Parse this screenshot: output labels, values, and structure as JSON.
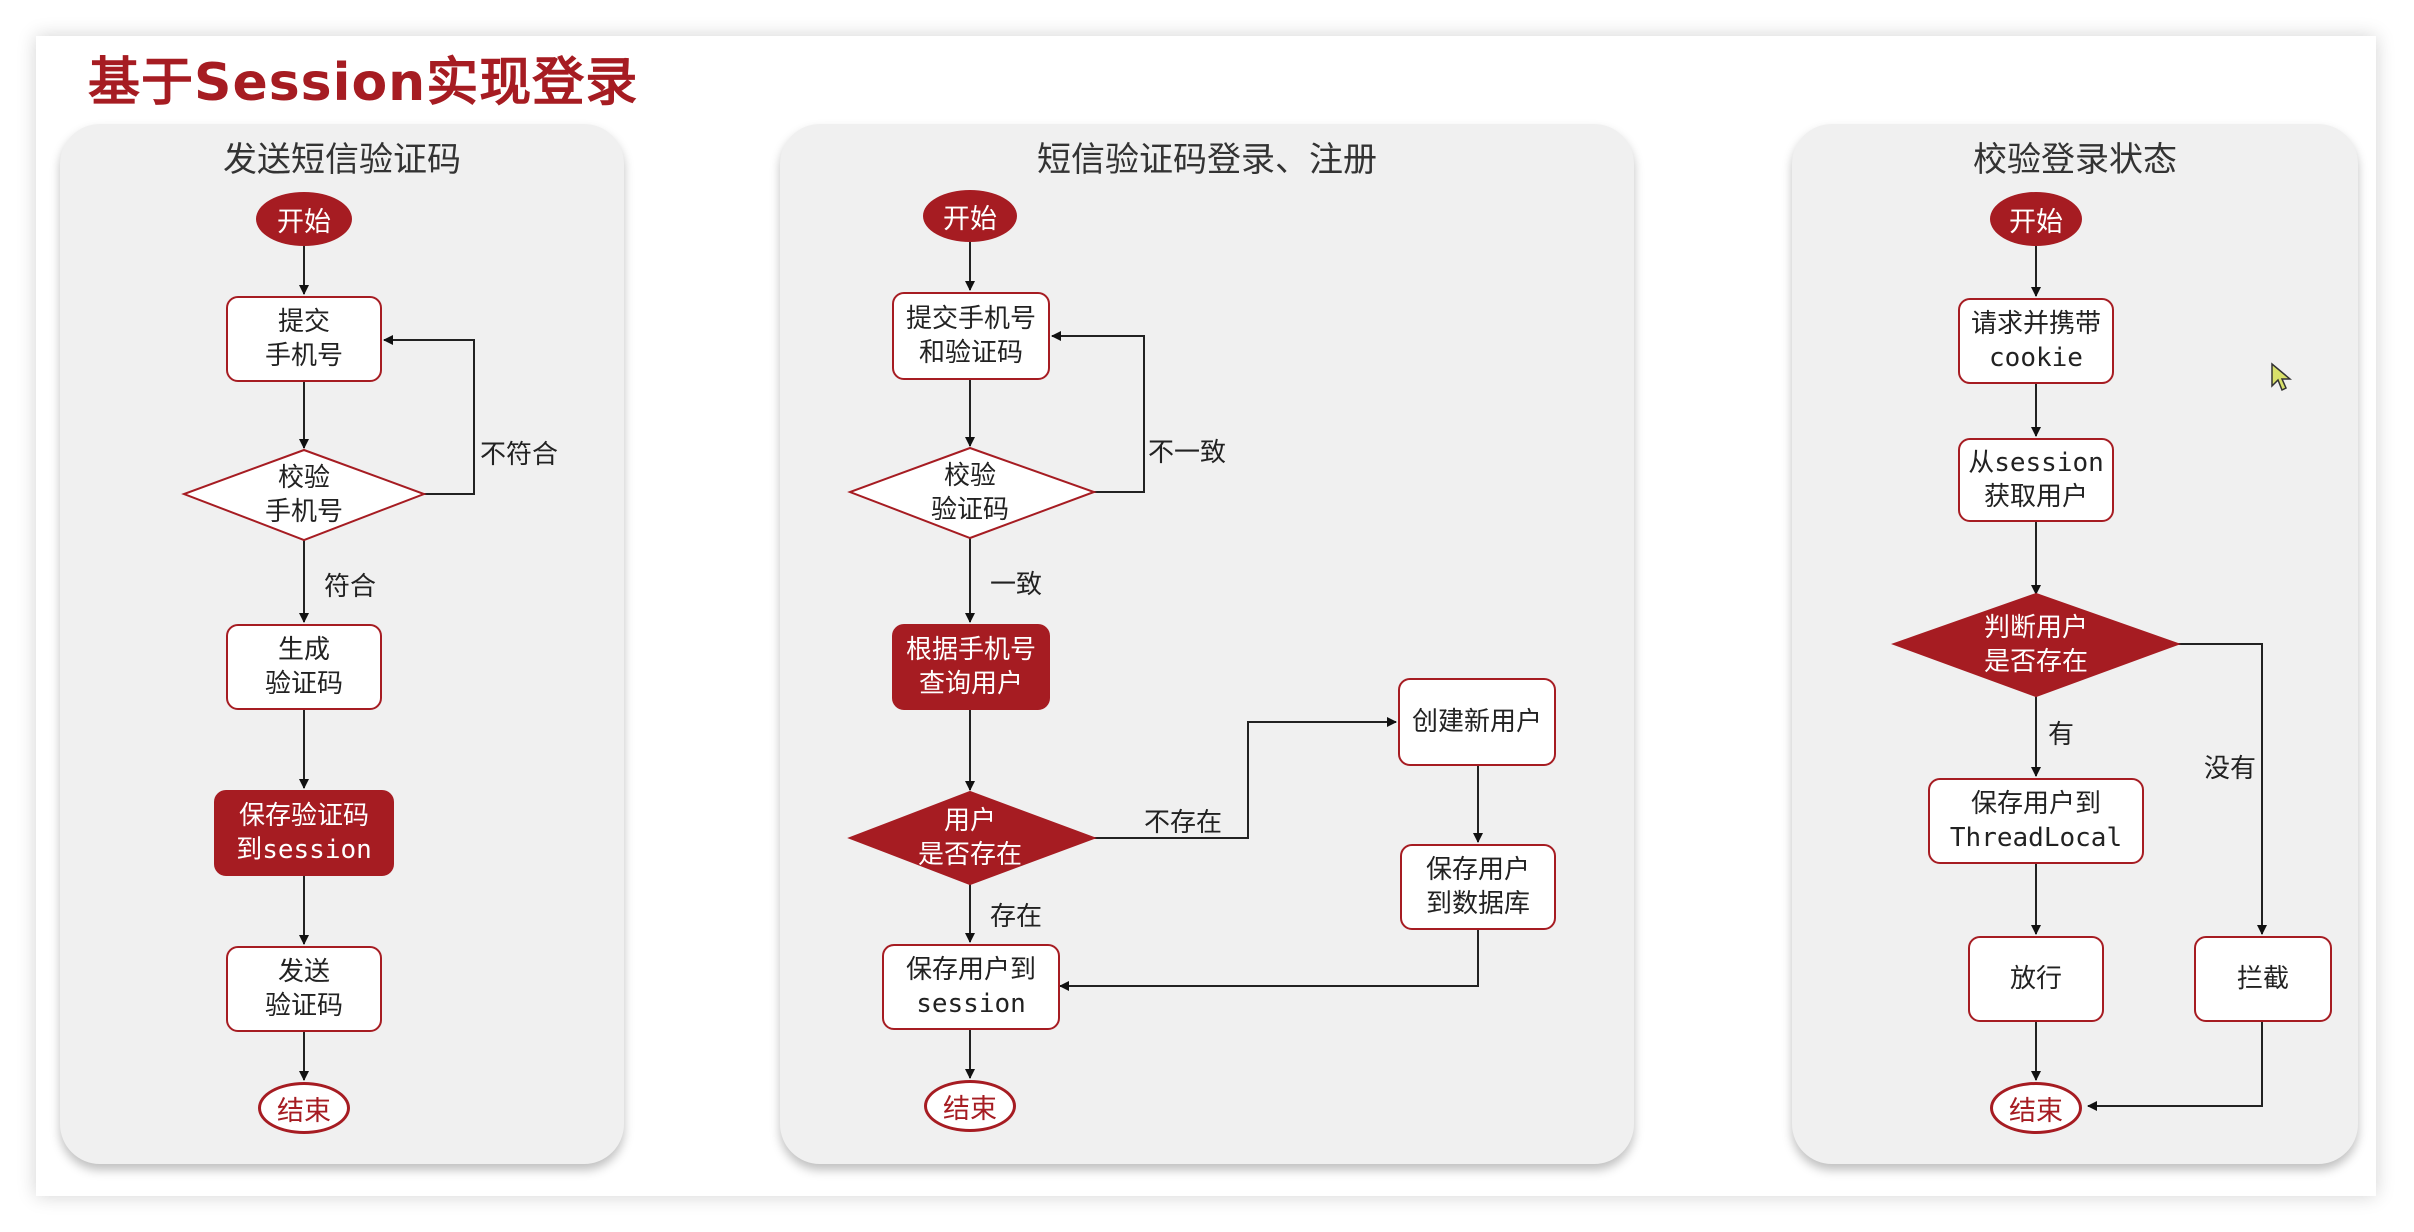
{
  "title": "基于Session实现登录",
  "panels": {
    "send": {
      "title": "发送短信验证码",
      "start": "开始",
      "submit": "提交\n手机号",
      "check": "校验\n手机号",
      "fail": "不符合",
      "pass": "符合",
      "generate": "生成\n验证码",
      "save": "保存验证码\n到session",
      "sendcode": "发送\n验证码",
      "end": "结束"
    },
    "login": {
      "title": "短信验证码登录、注册",
      "start": "开始",
      "submit": "提交手机号\n和验证码",
      "check": "校验\n验证码",
      "mismatch": "不一致",
      "match": "一致",
      "query": "根据手机号\n查询用户",
      "exists": "用户\n是否存在",
      "not_exists_label": "不存在",
      "exists_label": "存在",
      "create": "创建新用户",
      "save_db": "保存用户\n到数据库",
      "save_session": "保存用户到\nsession",
      "end": "结束"
    },
    "verify": {
      "title": "校验登录状态",
      "start": "开始",
      "request": "请求并携带\ncookie",
      "get_user": "从session\n获取用户",
      "judge": "判断用户\n是否存在",
      "yes": "有",
      "no": "没有",
      "save_tl": "保存用户到\nThreadLocal",
      "allow": "放行",
      "intercept": "拦截",
      "end": "结束"
    }
  },
  "colors": {
    "accent": "#a61c22",
    "panel_bg": "#f0f0f0",
    "text": "#222222"
  },
  "icons": {
    "cursor": "mouse-pointer-icon"
  }
}
